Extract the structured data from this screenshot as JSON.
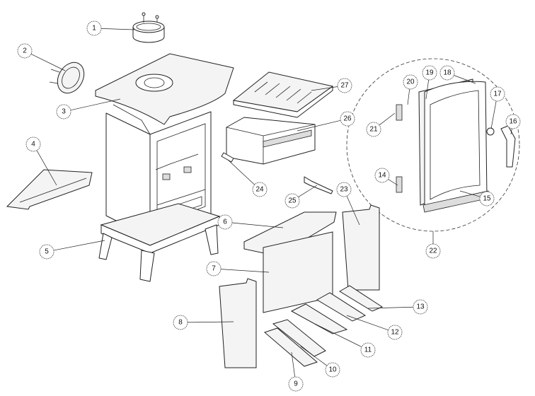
{
  "diagram": {
    "type": "exploded-parts-view",
    "callouts": [
      "1",
      "2",
      "3",
      "4",
      "5",
      "6",
      "7",
      "8",
      "9",
      "10",
      "11",
      "12",
      "13",
      "14",
      "15",
      "16",
      "17",
      "18",
      "19",
      "20",
      "21",
      "22",
      "23",
      "24",
      "25",
      "26",
      "27"
    ]
  }
}
